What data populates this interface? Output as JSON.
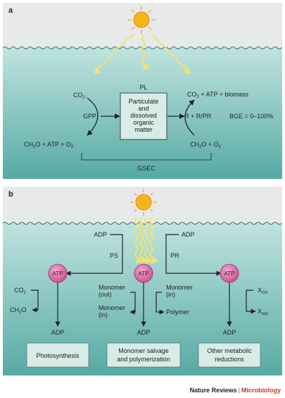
{
  "panel_a": {
    "label": "a",
    "left_top": "CO",
    "left_top_sub": "2",
    "left_arrow_label": "GPP",
    "left_bottom_1": "CH",
    "left_bottom_sub_a": "2",
    "left_bottom_2": "O + ATP + O",
    "left_bottom_sub_b": "2",
    "box_top_label": "PL",
    "box_lines": [
      "Particulate",
      "and",
      "dissolved",
      "organic",
      "matter"
    ],
    "right_top_1": "CO",
    "right_top_sub": "2",
    "right_top_2": " + ATP + biomass",
    "right_arrow_label": "R + R/PR",
    "bge": "BGE = 0–100%",
    "right_bottom_1": "CH",
    "right_bottom_sub_a": "2",
    "right_bottom_2": "O + O",
    "right_bottom_sub_b": "2",
    "bracket_label": "GSEC"
  },
  "panel_b": {
    "label": "b",
    "adp_left": "ADP",
    "adp_right": "ADP",
    "ps_label": "PS",
    "pr_label": "PR",
    "atp_label": "ATP",
    "co2": "CO",
    "co2_sub": "2",
    "ch2o_1": "CH",
    "ch2o_sub": "2",
    "ch2o_2": "O",
    "monomer_out": [
      "Monomer",
      "(out)"
    ],
    "monomer_in_left": [
      "Monomer",
      "(in)"
    ],
    "monomer_in_right": [
      "Monomer",
      "(in)"
    ],
    "polymer": "Polymer",
    "xox": "X",
    "xox_sub": "OX",
    "xred": "X",
    "xred_sub": "red",
    "adp_bottom": "ADP",
    "boxes": [
      [
        "Photosynthesis"
      ],
      [
        "Monomer salvage",
        "and polymerization"
      ],
      [
        "Other metabolic",
        "reductions"
      ]
    ]
  },
  "footer": {
    "source": "Nature Reviews",
    "separator": "|",
    "section": "Microbiology"
  },
  "colors": {
    "panel_bg": "#e8e9ea",
    "water_top": "#bfe3df",
    "water_bottom": "#57aaa4",
    "sun": "#f5b41c",
    "ray": "#f4e36a",
    "atp": "#d86faa",
    "label_box": "#d7ebe7"
  }
}
